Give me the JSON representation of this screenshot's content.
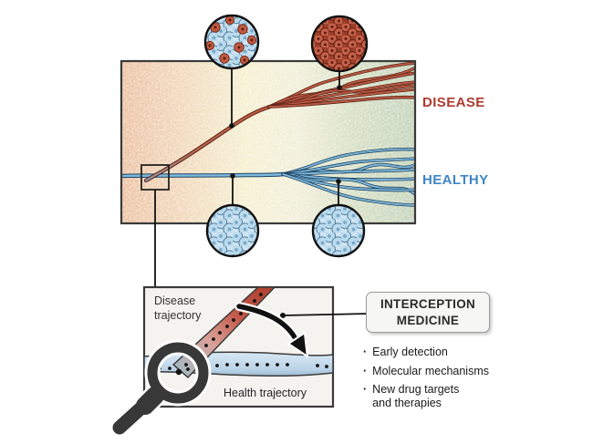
{
  "figure": {
    "main_panel": {
      "disease_label": "DISEASE",
      "healthy_label": "HEALTHY"
    },
    "inset": {
      "disease_trajectory_label": "Disease trajectory",
      "health_trajectory_label": "Health trajectory"
    },
    "interception": {
      "title": "INTERCEPTION MEDICINE",
      "bullets": [
        "Early detection",
        "Molecular mechanisms",
        "New drug targets\nand therapies"
      ]
    },
    "icons": [
      "premalignant-cells-icon",
      "malignant-cells-icon",
      "healthy-cells-icon",
      "magnifying-glass-icon",
      "interception-arrow-icon"
    ],
    "colors": {
      "disease_red": "#b03a2e",
      "healthy_blue": "#3d85c6",
      "disease_line": "#bf5b44",
      "healthy_line": "#7fb8dd",
      "panel_bg_left": "#eec3a3",
      "panel_bg_mid": "#f5efcf",
      "panel_bg_right": "#c3d2b9",
      "inset_bg": "#f4f3f0",
      "box_bg": "#f6f6f4"
    }
  }
}
